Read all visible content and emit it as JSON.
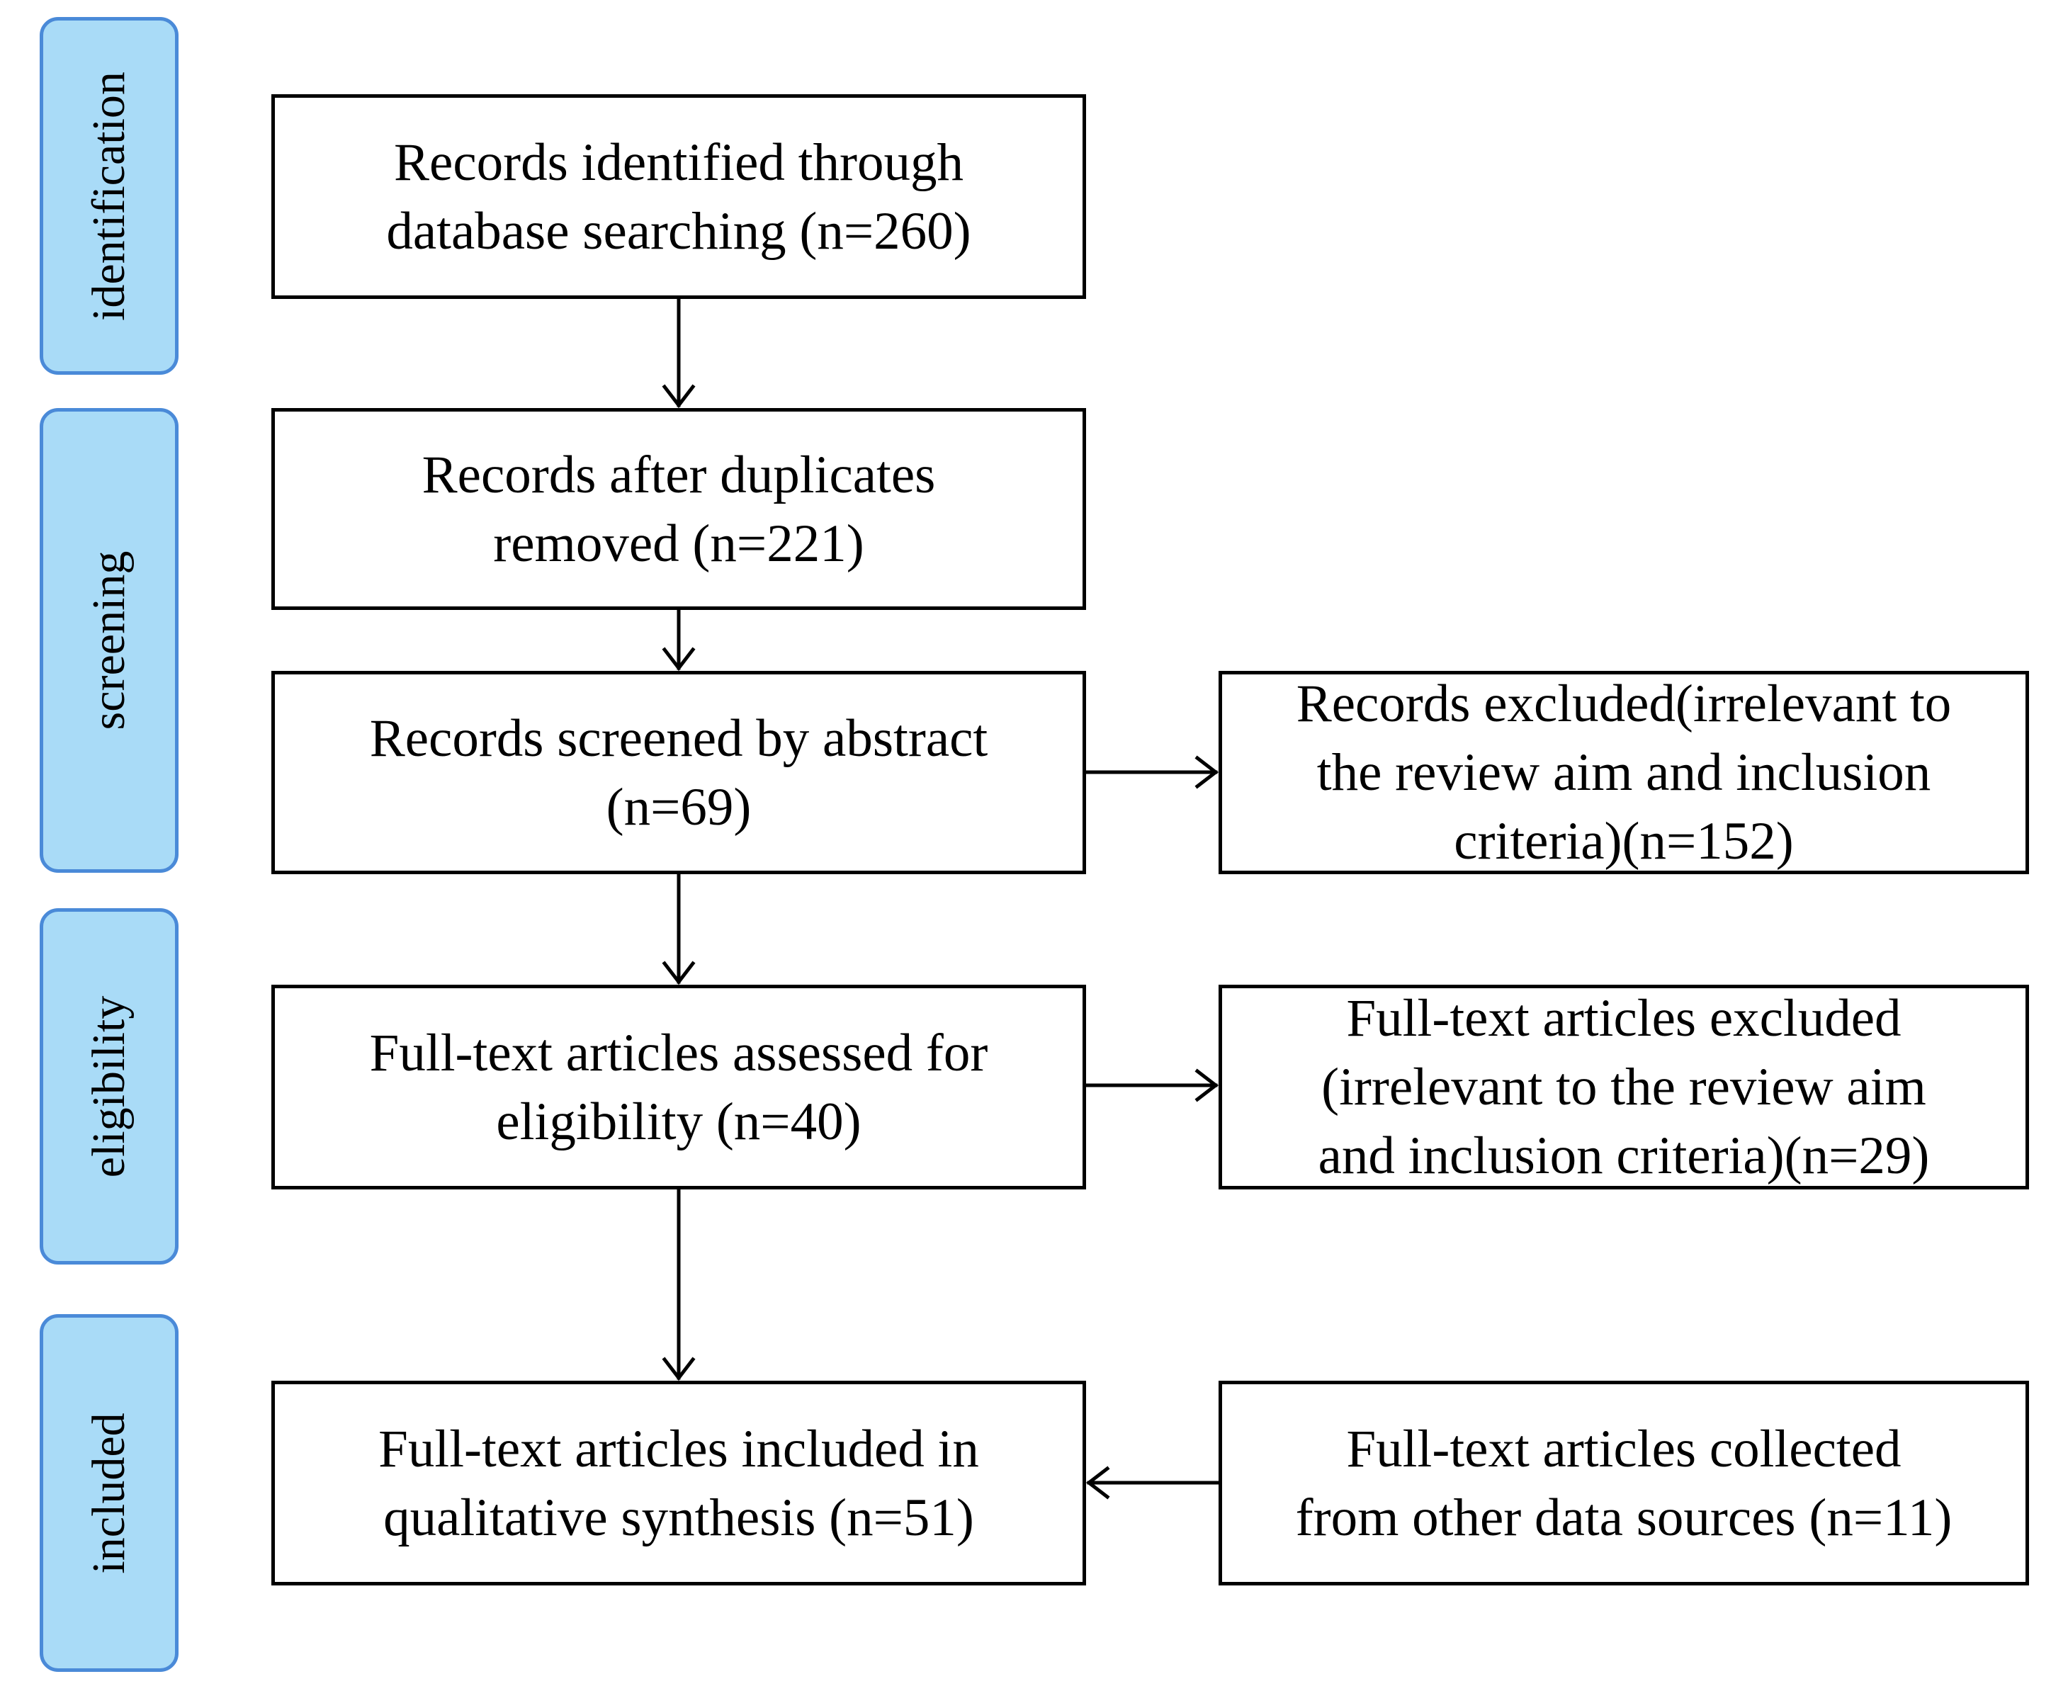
{
  "stages": [
    {
      "key": "identification",
      "label": "identification"
    },
    {
      "key": "screening",
      "label": "screening"
    },
    {
      "key": "eligibility",
      "label": "eligibility"
    },
    {
      "key": "included",
      "label": "included"
    }
  ],
  "boxes": {
    "records_identified": {
      "lines": [
        "Records identified through",
        "database searching (n=260)"
      ]
    },
    "records_after_duplicates": {
      "lines": [
        "Records after duplicates",
        "removed (n=221)"
      ]
    },
    "records_screened": {
      "lines": [
        "Records screened by abstract",
        "(n=69)"
      ]
    },
    "records_excluded": {
      "lines": [
        "Records excluded(irrelevant to",
        "the review aim and inclusion",
        "criteria)(n=152)"
      ]
    },
    "fulltext_assessed": {
      "lines": [
        "Full-text articles assessed for",
        "eligibility (n=40)"
      ]
    },
    "fulltext_excluded": {
      "lines": [
        "Full-text articles excluded",
        "(irrelevant to the review aim",
        "and inclusion criteria)(n=29)"
      ]
    },
    "fulltext_included": {
      "lines": [
        "Full-text articles included in",
        "qualitative synthesis (n=51)"
      ]
    },
    "fulltext_collected": {
      "lines": [
        "Full-text articles collected",
        "from other data sources (n=11)"
      ]
    }
  },
  "colors": {
    "stage_fill": "#a9dbf7",
    "stage_border": "#4a8ad8",
    "box_border": "#000000",
    "arrow": "#000000"
  }
}
